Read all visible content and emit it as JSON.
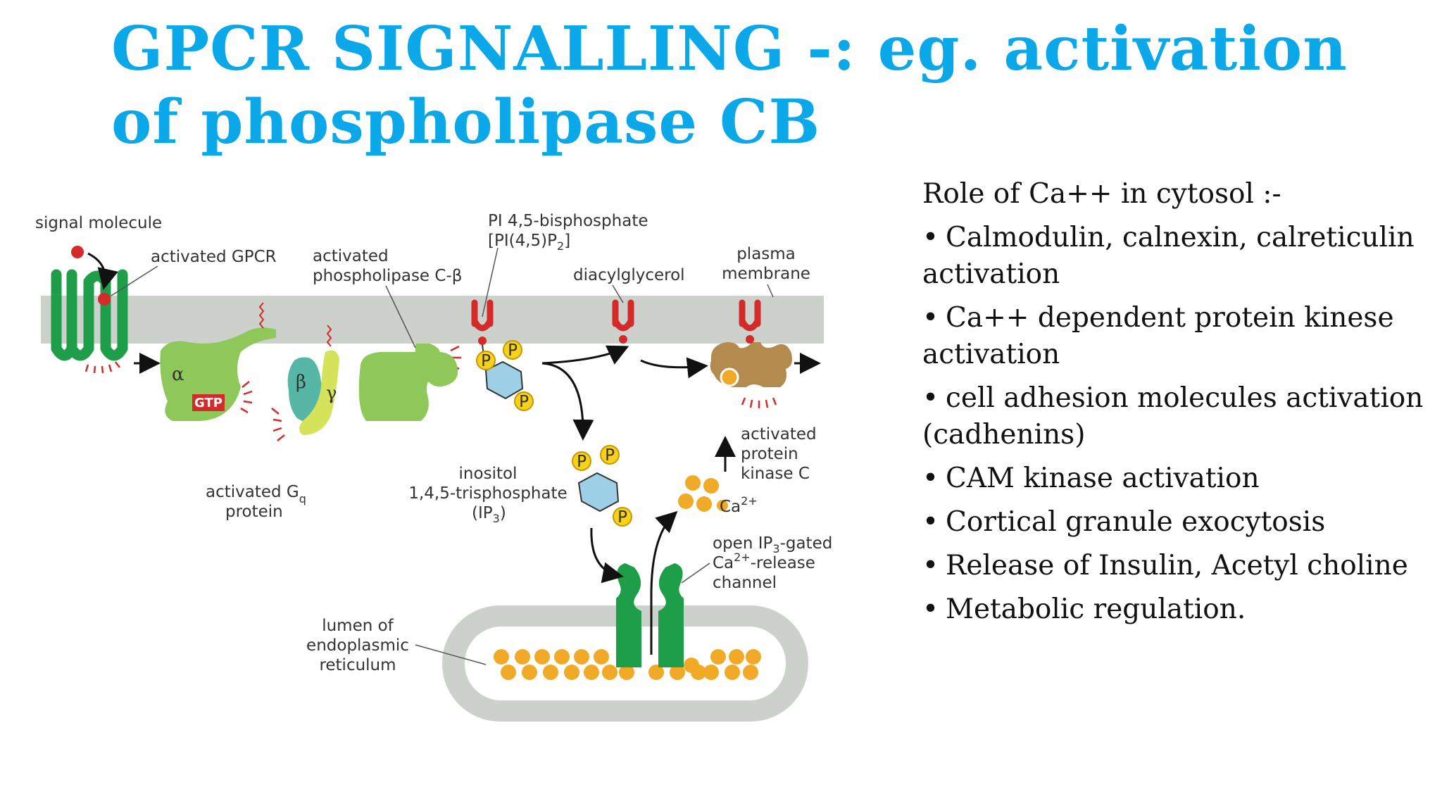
{
  "slide": {
    "title_line1": "GPCR SIGNALLING -: eg. activation",
    "title_line2": "of phospholipase CB"
  },
  "diagram": {
    "labels": {
      "signal_molecule": "signal molecule",
      "activated_gpcr": "activated GPCR",
      "activated_plc_1": "activated",
      "activated_plc_2": "phospholipase C-β",
      "pip2_1": "PI 4,5-bisphosphate",
      "pip2_2a": "[PI(4,5)P",
      "pip2_2b": "2",
      "pip2_2c": "]",
      "diacylglycerol": "diacylglycerol",
      "plasma_1": "plasma",
      "plasma_2": "membrane",
      "alpha": "α",
      "beta": "β",
      "gamma": "γ",
      "gtp": "GTP",
      "gq_1a": "activated G",
      "gq_1b": "q",
      "gq_2": "protein",
      "ip3_1": "inositol",
      "ip3_2": "1,4,5-trisphosphate",
      "ip3_3a": "(IP",
      "ip3_3b": "3",
      "ip3_3c": ")",
      "pkc_1": "activated",
      "pkc_2": "protein",
      "pkc_3": "kinase C",
      "ca_a": "Ca",
      "ca_b": "2+",
      "channel_1a": "open IP",
      "channel_1b": "3",
      "channel_1c": "-gated",
      "channel_2a": "Ca",
      "channel_2b": "2+",
      "channel_2c": "-release",
      "channel_3": "channel",
      "er_1": "lumen of",
      "er_2": "endoplasmic",
      "er_3": "reticulum",
      "phosphate": "P"
    },
    "colors": {
      "membrane": "#ccd1cb",
      "gpcr": "#1f9e4a",
      "galpha": "#8ec85a",
      "gbeta": "#56b8a4",
      "ggamma": "#d5e35a",
      "plc": "#8ec85a",
      "pip2_head": "#d42a2a",
      "phosphate": "#f7d11c",
      "inositol_ring": "#9dd0e6",
      "pkc": "#b48b4f",
      "calcium": "#f0aa28",
      "er_lumen": "#ccd1cb",
      "channel": "#1f9e4a"
    }
  },
  "sidebar": {
    "heading": "Role of Ca++ in cytosol :-",
    "bullet_symbol": "•",
    "items": [
      "Calmodulin, calnexin, calreticulin activation",
      "Ca++ dependent protein kinese activation",
      "cell adhesion molecules activation (cadhenins)",
      "CAM kinase activation",
      "Cortical granule exocytosis",
      "Release of Insulin, Acetyl choline",
      "Metabolic regulation."
    ]
  }
}
